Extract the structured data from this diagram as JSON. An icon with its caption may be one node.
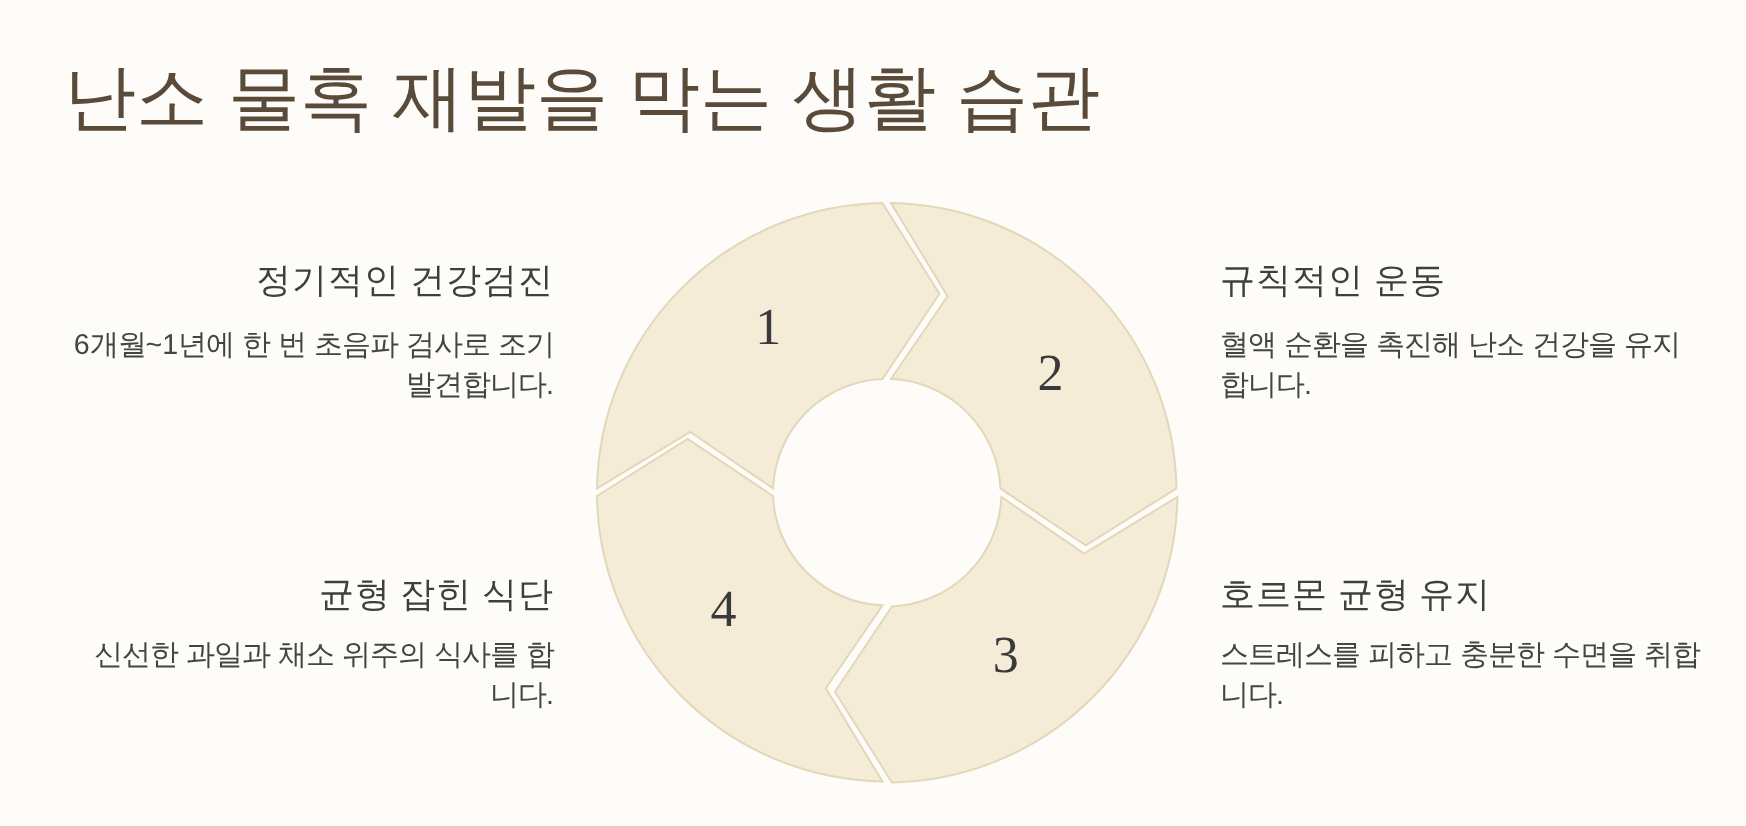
{
  "diagram": {
    "title": "난소 물혹 재발을 막는 생활 습관",
    "nodes": [
      {
        "text": [
          "1"
        ],
        "beside": [
          "정기적인 건강검진",
          "6개월~1년에 한 번 초음파 검사로 조기 발견합니다."
        ]
      },
      {
        "text": [
          "2"
        ],
        "beside": [
          "규칙적인 운동",
          "혈액 순환을 촉진해 난소 건강을 유지합니다."
        ]
      },
      {
        "text": [
          "3"
        ],
        "beside": [
          "호르몬 균형 유지",
          "스트레스를 피하고 충분한 수면을 취합니다."
        ]
      },
      {
        "text": [
          "4"
        ],
        "beside": [
          "균형 잡힌 식단",
          "신선한 과일과 채소 위주의 식사를 합니다."
        ]
      }
    ]
  }
}
